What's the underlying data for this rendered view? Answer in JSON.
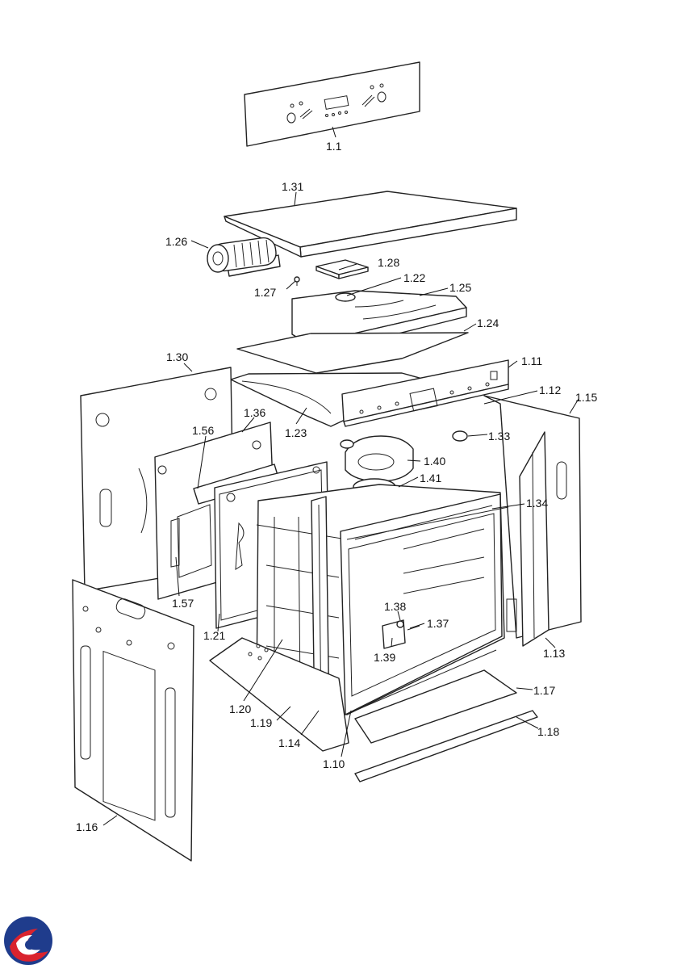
{
  "parts": [
    {
      "id": "p1_1",
      "label": "1.1"
    },
    {
      "id": "p1_31",
      "label": "1.31"
    },
    {
      "id": "p1_26",
      "label": "1.26"
    },
    {
      "id": "p1_28",
      "label": "1.28"
    },
    {
      "id": "p1_22",
      "label": "1.22"
    },
    {
      "id": "p1_27",
      "label": "1.27"
    },
    {
      "id": "p1_25",
      "label": "1.25"
    },
    {
      "id": "p1_24",
      "label": "1.24"
    },
    {
      "id": "p1_30",
      "label": "1.30"
    },
    {
      "id": "p1_11",
      "label": "1.11"
    },
    {
      "id": "p1_12",
      "label": "1.12"
    },
    {
      "id": "p1_15",
      "label": "1.15"
    },
    {
      "id": "p1_36",
      "label": "1.36"
    },
    {
      "id": "p1_23",
      "label": "1.23"
    },
    {
      "id": "p1_56",
      "label": "1.56"
    },
    {
      "id": "p1_33",
      "label": "1.33"
    },
    {
      "id": "p1_40",
      "label": "1.40"
    },
    {
      "id": "p1_41",
      "label": "1.41"
    },
    {
      "id": "p1_34",
      "label": "1.34"
    },
    {
      "id": "p1_57",
      "label": "1.57"
    },
    {
      "id": "p1_38",
      "label": "1.38"
    },
    {
      "id": "p1_37",
      "label": "1.37"
    },
    {
      "id": "p1_21",
      "label": "1.21"
    },
    {
      "id": "p1_39",
      "label": "1.39"
    },
    {
      "id": "p1_13",
      "label": "1.13"
    },
    {
      "id": "p1_17",
      "label": "1.17"
    },
    {
      "id": "p1_20",
      "label": "1.20"
    },
    {
      "id": "p1_19",
      "label": "1.19"
    },
    {
      "id": "p1_18",
      "label": "1.18"
    },
    {
      "id": "p1_14",
      "label": "1.14"
    },
    {
      "id": "p1_10",
      "label": "1.10"
    },
    {
      "id": "p1_16",
      "label": "1.16"
    }
  ],
  "logo": {
    "icon": "brand-swirl-logo",
    "colors": [
      "#1f3c8c",
      "#d9232e"
    ]
  }
}
